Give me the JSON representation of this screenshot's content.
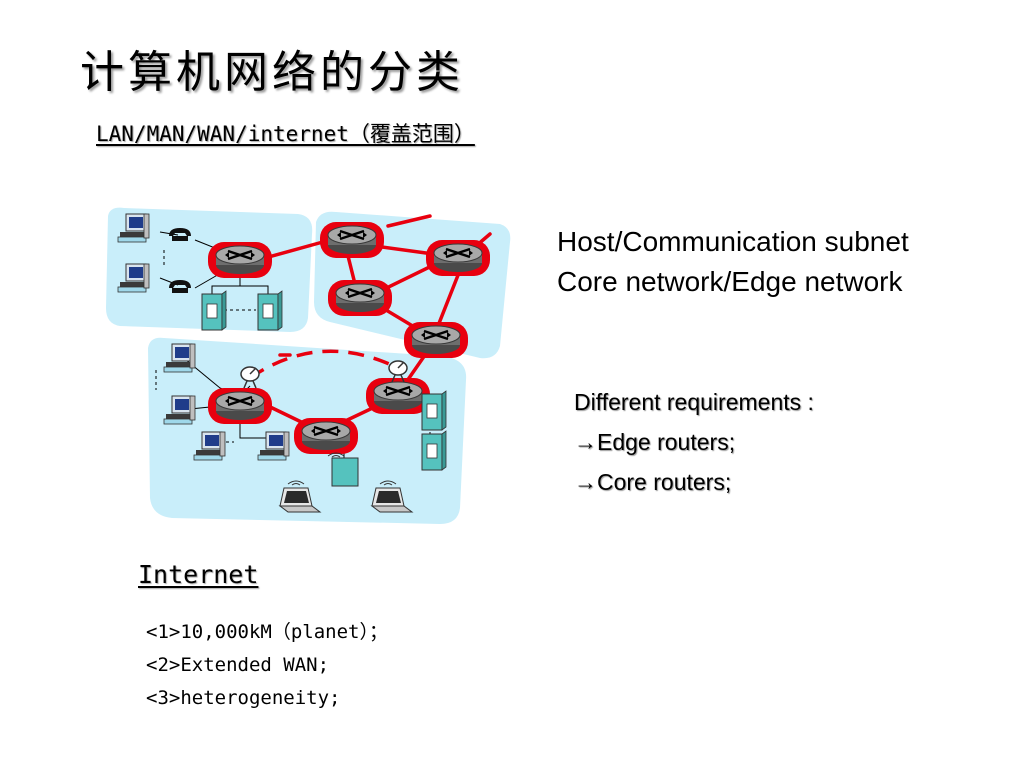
{
  "slide": {
    "title": "计算机网络的分类",
    "subtitle": "LAN/MAN/WAN/internet（覆盖范围）"
  },
  "concepts": [
    "Host/Communication subnet",
    "Core network/Edge network"
  ],
  "requirements": {
    "heading": "Different requirements :",
    "items": [
      {
        "arrow": "→",
        "text": "Edge routers;"
      },
      {
        "arrow": "→",
        "text": "Core routers;"
      }
    ]
  },
  "internet": {
    "heading": "Internet",
    "facts": [
      "<1>10,000kM（planet）；",
      "<2>Extended WAN;",
      "<3>heterogeneity;"
    ]
  },
  "colors": {
    "cloud": "#c9eefa",
    "core_highlight": "#e8000f",
    "router": "#8c8c8c",
    "server": "#55c2be"
  }
}
